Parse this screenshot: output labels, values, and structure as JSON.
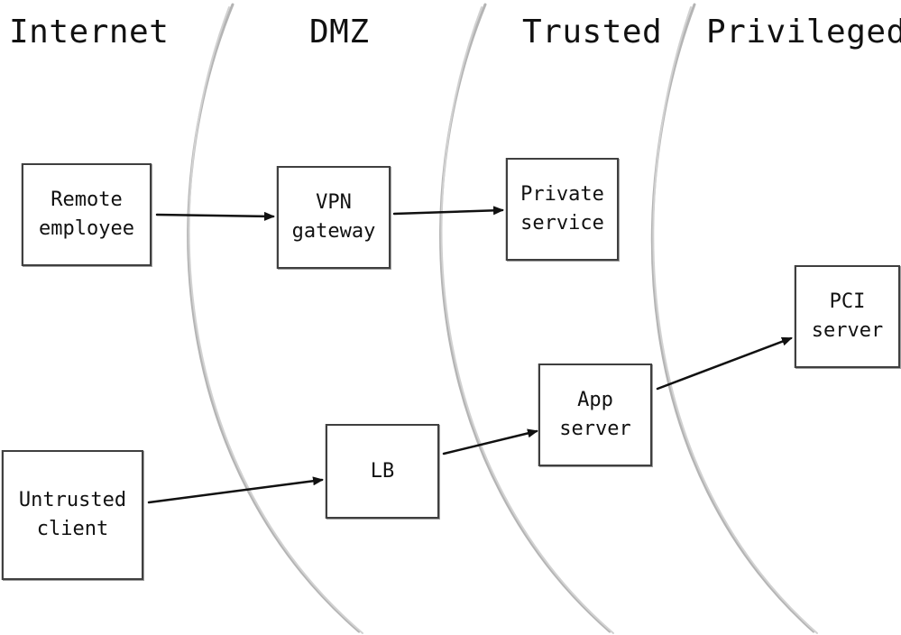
{
  "zones": [
    {
      "key": "internet",
      "label": "Internet"
    },
    {
      "key": "dmz",
      "label": "DMZ"
    },
    {
      "key": "trusted",
      "label": "Trusted"
    },
    {
      "key": "privileged",
      "label": "Privileged"
    }
  ],
  "nodes": {
    "remote_employee": {
      "label": "Remote\nemployee",
      "zone": "Internet"
    },
    "untrusted_client": {
      "label": "Untrusted\nclient",
      "zone": "Internet"
    },
    "vpn_gateway": {
      "label": "VPN\ngateway",
      "zone": "DMZ"
    },
    "lb": {
      "label": "LB",
      "zone": "DMZ"
    },
    "private_service": {
      "label": "Private\nservice",
      "zone": "Trusted"
    },
    "app_server": {
      "label": "App\nserver",
      "zone": "Trusted"
    },
    "pci_server": {
      "label": "PCI\nserver",
      "zone": "Privileged"
    }
  },
  "edges": [
    {
      "from": "remote_employee",
      "to": "vpn_gateway"
    },
    {
      "from": "vpn_gateway",
      "to": "private_service"
    },
    {
      "from": "untrusted_client",
      "to": "lb"
    },
    {
      "from": "lb",
      "to": "app_server"
    },
    {
      "from": "app_server",
      "to": "pci_server"
    }
  ],
  "colors": {
    "boundary": "#b0b0b0",
    "box_border": "#3f3f3f",
    "arrow": "#111111",
    "text": "#111111",
    "background": "#ffffff"
  }
}
